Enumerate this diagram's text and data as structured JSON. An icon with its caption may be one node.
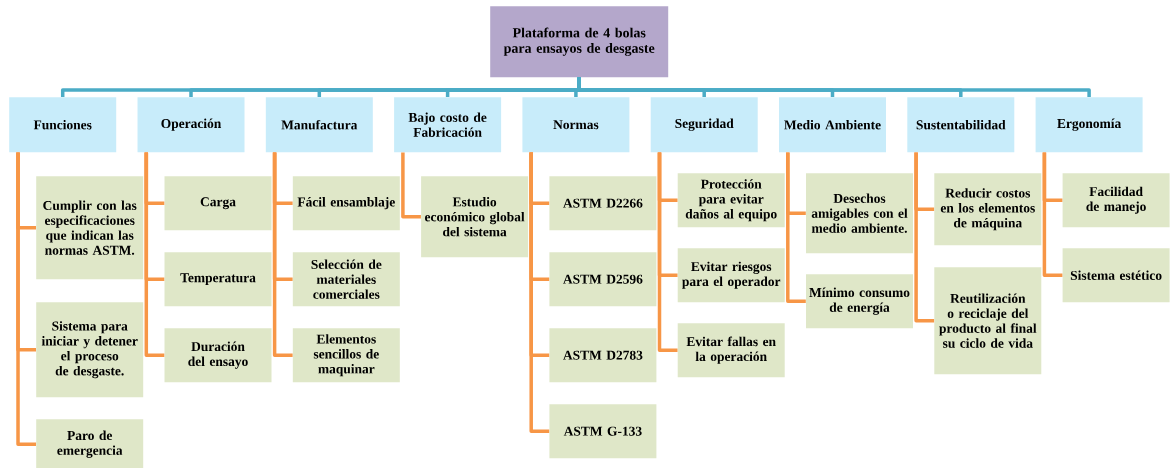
{
  "diagram": {
    "nodes": [
      {
        "text": [
          "Plataforma de 4 bolas para ensayos de desgaste"
        ]
      },
      {
        "text": [
          "Funciones"
        ]
      },
      {
        "text": [
          "Cumplir con las especificaciones que indican las normas ASTM."
        ]
      },
      {
        "text": [
          "Sistema para iniciar y detener el proceso de desgaste."
        ]
      },
      {
        "text": [
          "Paro de emergencia"
        ]
      },
      {
        "text": [
          "Operación"
        ]
      },
      {
        "text": [
          "Carga"
        ]
      },
      {
        "text": [
          "Temperatura"
        ]
      },
      {
        "text": [
          "Duración del ensayo"
        ]
      },
      {
        "text": [
          "Manufactura"
        ]
      },
      {
        "text": [
          "Fácil ensamblaje"
        ]
      },
      {
        "text": [
          "Selección de materiales comerciales"
        ]
      },
      {
        "text": [
          "Elementos sencillos de maquinar"
        ]
      },
      {
        "text": [
          "Bajo costo de Fabricación"
        ]
      },
      {
        "text": [
          "Estudio económico global del sistema"
        ]
      },
      {
        "text": [
          "Normas"
        ]
      },
      {
        "text": [
          "ASTM D2266"
        ]
      },
      {
        "text": [
          "ASTM D2596"
        ]
      },
      {
        "text": [
          "ASTM D2783"
        ]
      },
      {
        "text": [
          "ASTM G-133"
        ]
      },
      {
        "text": [
          "Seguridad"
        ]
      },
      {
        "text": [
          "Protección para evitar daños al equipo"
        ]
      },
      {
        "text": [
          "Evitar riesgos para el operador"
        ]
      },
      {
        "text": [
          "Evitar fallas en la operación"
        ]
      },
      {
        "text": [
          "Medio Ambiente"
        ]
      },
      {
        "text": [
          "Desechos amigables con el medio ambiente."
        ]
      },
      {
        "text": [
          "Mínimo consumo de energía"
        ]
      },
      {
        "text": [
          "Sustentabilidad"
        ]
      },
      {
        "text": [
          "Reducir costos en los elementos de máquina"
        ]
      },
      {
        "text": [
          "Reutilización o reciclaje del producto al final su ciclo de vida"
        ]
      },
      {
        "text": [
          "Ergonomía"
        ]
      },
      {
        "text": [
          "Facilidad de manejo"
        ]
      },
      {
        "text": [
          "Sistema estético"
        ]
      }
    ],
    "edges": [
      {
        "from": 0,
        "to": 1,
        "arrow": "none",
        "color": "#4bacc6"
      },
      {
        "from": 0,
        "to": 5,
        "arrow": "none",
        "color": "#4bacc6"
      },
      {
        "from": 0,
        "to": 9,
        "arrow": "none",
        "color": "#4bacc6"
      },
      {
        "from": 0,
        "to": 13,
        "arrow": "none",
        "color": "#4bacc6"
      },
      {
        "from": 0,
        "to": 15,
        "arrow": "none",
        "color": "#4bacc6"
      },
      {
        "from": 0,
        "to": 20,
        "arrow": "none",
        "color": "#4bacc6"
      },
      {
        "from": 0,
        "to": 24,
        "arrow": "none",
        "color": "#4bacc6"
      },
      {
        "from": 0,
        "to": 27,
        "arrow": "none",
        "color": "#4bacc6"
      },
      {
        "from": 0,
        "to": 30,
        "arrow": "none",
        "color": "#4bacc6"
      },
      {
        "from": 1,
        "to": 2,
        "arrow": "none"
      },
      {
        "from": 1,
        "to": 3,
        "arrow": "none"
      },
      {
        "from": 1,
        "to": 4,
        "arrow": "none"
      },
      {
        "from": 5,
        "to": 6,
        "arrow": "none"
      },
      {
        "from": 5,
        "to": 7,
        "arrow": "none"
      },
      {
        "from": 5,
        "to": 8,
        "arrow": "none"
      },
      {
        "from": 9,
        "to": 10,
        "arrow": "none"
      },
      {
        "from": 9,
        "to": 11,
        "arrow": "none"
      },
      {
        "from": 9,
        "to": 12,
        "arrow": "none"
      },
      {
        "from": 13,
        "to": 14,
        "arrow": "none"
      },
      {
        "from": 15,
        "to": 16,
        "arrow": "none"
      },
      {
        "from": 15,
        "to": 17,
        "arrow": "none"
      },
      {
        "from": 15,
        "to": 18,
        "arrow": "none"
      },
      {
        "from": 15,
        "to": 19,
        "arrow": "none"
      },
      {
        "from": 20,
        "to": 21,
        "arrow": "none"
      },
      {
        "from": 20,
        "to": 22,
        "arrow": "none"
      },
      {
        "from": 20,
        "to": 23,
        "arrow": "none"
      },
      {
        "from": 24,
        "to": 25,
        "arrow": "none"
      },
      {
        "from": 24,
        "to": 26,
        "arrow": "none"
      },
      {
        "from": 27,
        "to": 28,
        "arrow": "none"
      },
      {
        "from": 27,
        "to": 29,
        "arrow": "none"
      },
      {
        "from": 30,
        "to": 31,
        "arrow": "none"
      },
      {
        "from": 30,
        "to": 32,
        "arrow": "none"
      }
    ]
  }
}
